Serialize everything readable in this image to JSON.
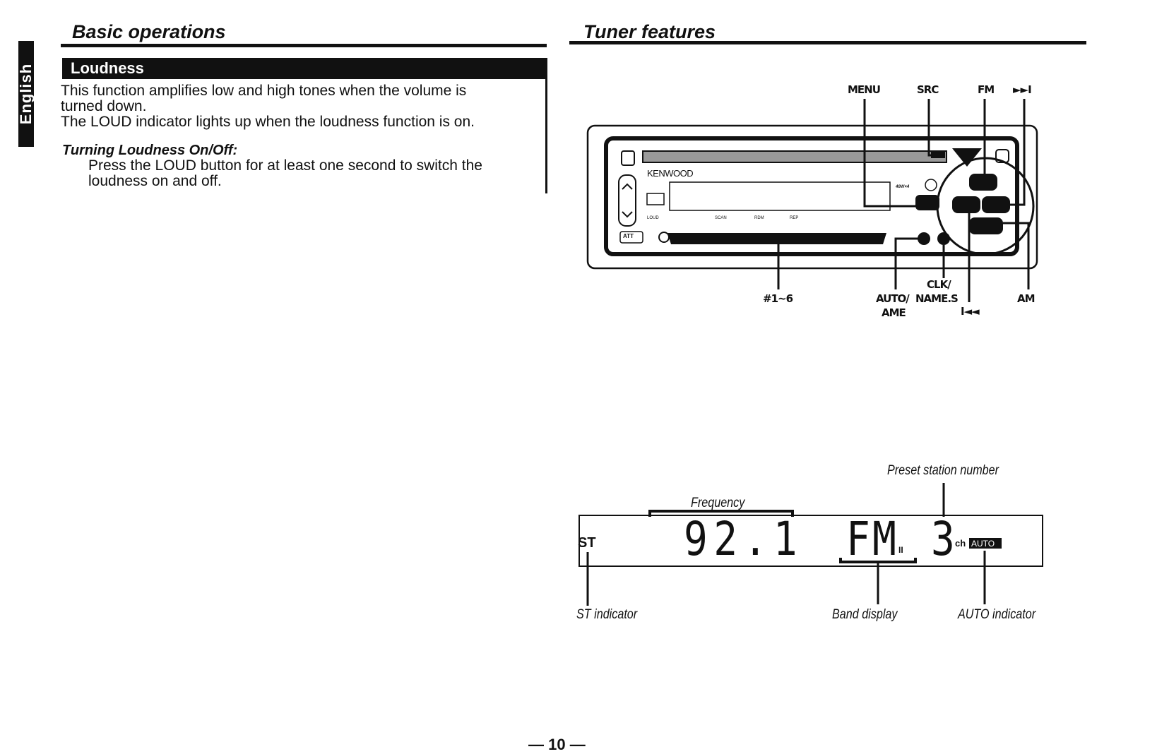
{
  "side_tab": "English",
  "left": {
    "section_title": "Basic operations",
    "subsection_title": "Loudness",
    "intro_lines": [
      "This function amplifies low and high tones when the volume is",
      "turned down.",
      "The LOUD indicator lights up when the loudness function is on."
    ],
    "procedure_title": "Turning Loudness On/Off:",
    "procedure_lines": [
      "Press the LOUD button for at least one second to switch the",
      "loudness on and off."
    ]
  },
  "right": {
    "section_title": "Tuner features",
    "unit": {
      "brand": "KENWOOD",
      "top_labels": {
        "menu": "MENU",
        "src": "SRC",
        "fm": "FM",
        "next": "►►I"
      },
      "bottom_labels": {
        "presets": "#1~6",
        "auto_ame_1": "AUTO/",
        "auto_ame_2": "AME",
        "clk_1": "CLK/",
        "clk_2": "NAME.S",
        "prev": "I◄◄",
        "am": "AM"
      },
      "panel_marks": {
        "loud": "LOUD",
        "scan": "SCAN",
        "rdm": "RDM",
        "rep": "REP",
        "att": "ATT",
        "power": "40W×4"
      }
    },
    "display": {
      "frequency": "92.1",
      "band": "FM",
      "band_sub": "II",
      "preset": "3",
      "ch": "ch",
      "auto": "AUTO",
      "st": "ST",
      "labels": {
        "frequency": "Frequency",
        "preset_station": "Preset station number",
        "st_indicator": "ST indicator",
        "band_display": "Band display",
        "auto_indicator": "AUTO indicator"
      }
    }
  },
  "page_number": "— 10 —"
}
